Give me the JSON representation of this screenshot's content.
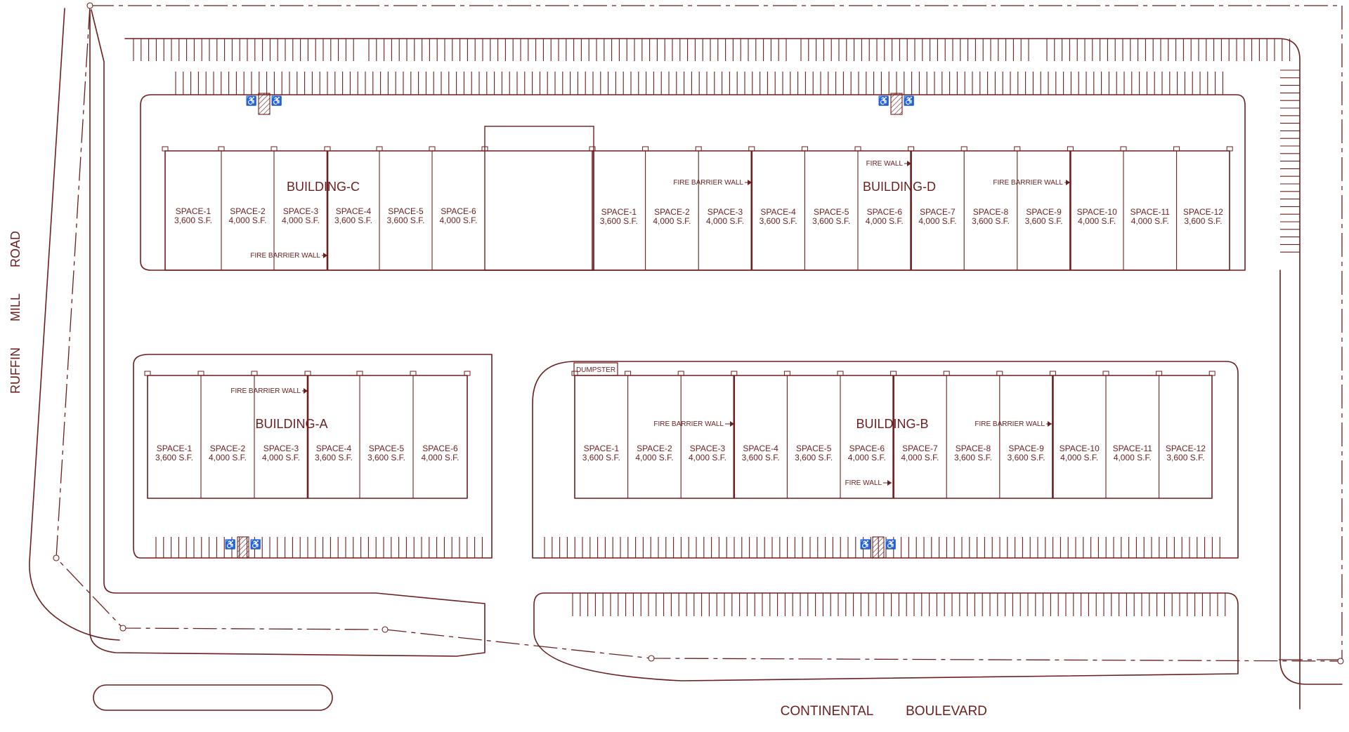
{
  "colors": {
    "ink": "#6b1f1f",
    "background": "#ffffff"
  },
  "roads": {
    "west": [
      "RUFFIN",
      "MILL",
      "ROAD"
    ],
    "south": [
      "CONTINENTAL",
      "BOULEVARD"
    ]
  },
  "labels": {
    "fire_barrier_wall": "FIRE BARRIER WALL",
    "fire_wall": "FIRE WALL",
    "dumpster": "DUMPSTER"
  },
  "icons": [
    "handicap-parking-icon",
    "dumpster-enclosure-icon"
  ],
  "buildings": [
    {
      "name": "BUILDING-C",
      "spaces": [
        {
          "name": "SPACE-1",
          "area": "3,600 S.F."
        },
        {
          "name": "SPACE-2",
          "area": "4,000 S.F."
        },
        {
          "name": "SPACE-3",
          "area": "4,000 S.F."
        },
        {
          "name": "SPACE-4",
          "area": "3,600 S.F."
        },
        {
          "name": "SPACE-5",
          "area": "3,600 S.F."
        },
        {
          "name": "SPACE-6",
          "area": "4,000 S.F."
        }
      ]
    },
    {
      "name": "BUILDING-D",
      "spaces": [
        {
          "name": "SPACE-1",
          "area": "3,600 S.F."
        },
        {
          "name": "SPACE-2",
          "area": "4,000 S.F."
        },
        {
          "name": "SPACE-3",
          "area": "4,000 S.F."
        },
        {
          "name": "SPACE-4",
          "area": "3,600 S.F."
        },
        {
          "name": "SPACE-5",
          "area": "3,600 S.F."
        },
        {
          "name": "SPACE-6",
          "area": "4,000 S.F."
        },
        {
          "name": "SPACE-7",
          "area": "4,000 S.F."
        },
        {
          "name": "SPACE-8",
          "area": "3,600 S.F."
        },
        {
          "name": "SPACE-9",
          "area": "3,600 S.F."
        },
        {
          "name": "SPACE-10",
          "area": "4,000 S.F."
        },
        {
          "name": "SPACE-11",
          "area": "4,000 S.F."
        },
        {
          "name": "SPACE-12",
          "area": "3,600 S.F."
        }
      ]
    },
    {
      "name": "BUILDING-A",
      "spaces": [
        {
          "name": "SPACE-1",
          "area": "3,600 S.F."
        },
        {
          "name": "SPACE-2",
          "area": "4,000 S.F."
        },
        {
          "name": "SPACE-3",
          "area": "4,000 S.F."
        },
        {
          "name": "SPACE-4",
          "area": "3,600 S.F."
        },
        {
          "name": "SPACE-5",
          "area": "3,600 S.F."
        },
        {
          "name": "SPACE-6",
          "area": "4,000 S.F."
        }
      ]
    },
    {
      "name": "BUILDING-B",
      "spaces": [
        {
          "name": "SPACE-1",
          "area": "3,600 S.F."
        },
        {
          "name": "SPACE-2",
          "area": "4,000 S.F."
        },
        {
          "name": "SPACE-3",
          "area": "4,000 S.F."
        },
        {
          "name": "SPACE-4",
          "area": "3,600 S.F."
        },
        {
          "name": "SPACE-5",
          "area": "3,600 S.F."
        },
        {
          "name": "SPACE-6",
          "area": "4,000 S.F."
        },
        {
          "name": "SPACE-7",
          "area": "4,000 S.F."
        },
        {
          "name": "SPACE-8",
          "area": "3,600 S.F."
        },
        {
          "name": "SPACE-9",
          "area": "3,600 S.F."
        },
        {
          "name": "SPACE-10",
          "area": "4,000 S.F."
        },
        {
          "name": "SPACE-11",
          "area": "4,000 S.F."
        },
        {
          "name": "SPACE-12",
          "area": "3,600 S.F."
        }
      ]
    }
  ]
}
